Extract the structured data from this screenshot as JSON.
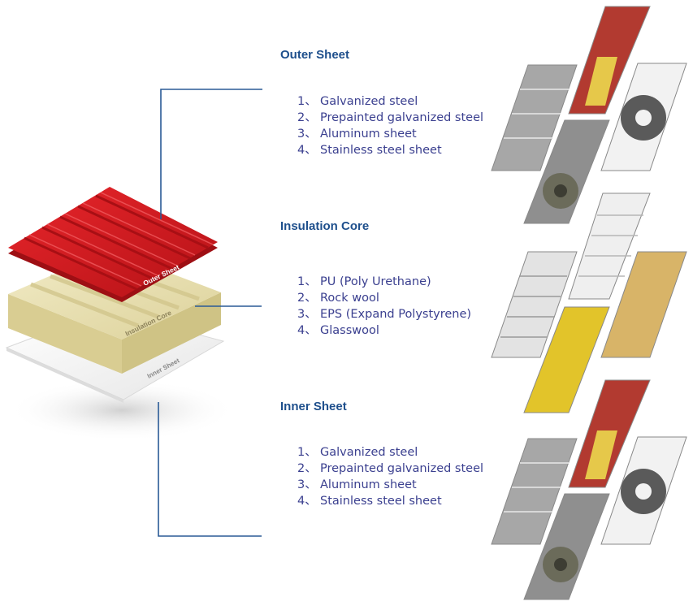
{
  "layers": [
    {
      "heading": "Outer Sheet",
      "label_on_panel": "Outer Sheet",
      "items": [
        {
          "num": "1、",
          "text": "Galvanized steel"
        },
        {
          "num": "2、",
          "text": "Prepainted galvanized steel"
        },
        {
          "num": "3、",
          "text": "Aluminum sheet"
        },
        {
          "num": "4、",
          "text": "Stainless steel sheet"
        }
      ]
    },
    {
      "heading": "Insulation Core",
      "label_on_panel": "Insulation Core",
      "items": [
        {
          "num": "1、",
          "text": "PU (Poly Urethane)"
        },
        {
          "num": "2、",
          "text": "Rock wool"
        },
        {
          "num": "3、",
          "text": "EPS (Expand Polystyrene)"
        },
        {
          "num": "4、",
          "text": "Glasswool"
        }
      ]
    },
    {
      "heading": "Inner Sheet",
      "label_on_panel": "Inner Sheet",
      "items": [
        {
          "num": "1、",
          "text": "Galvanized steel"
        },
        {
          "num": "2、",
          "text": "Prepainted galvanized steel"
        },
        {
          "num": "3、",
          "text": "Aluminum sheet"
        },
        {
          "num": "4、",
          "text": "Stainless steel sheet"
        }
      ]
    }
  ],
  "colors": {
    "heading": "#1e4f8c",
    "list_text": "#3a3f8f",
    "leader_line": "#2a5a96",
    "outer_sheet": "#d8191f",
    "insulation_core": "#e9e1b0",
    "inner_sheet": "#f4f4f4"
  }
}
